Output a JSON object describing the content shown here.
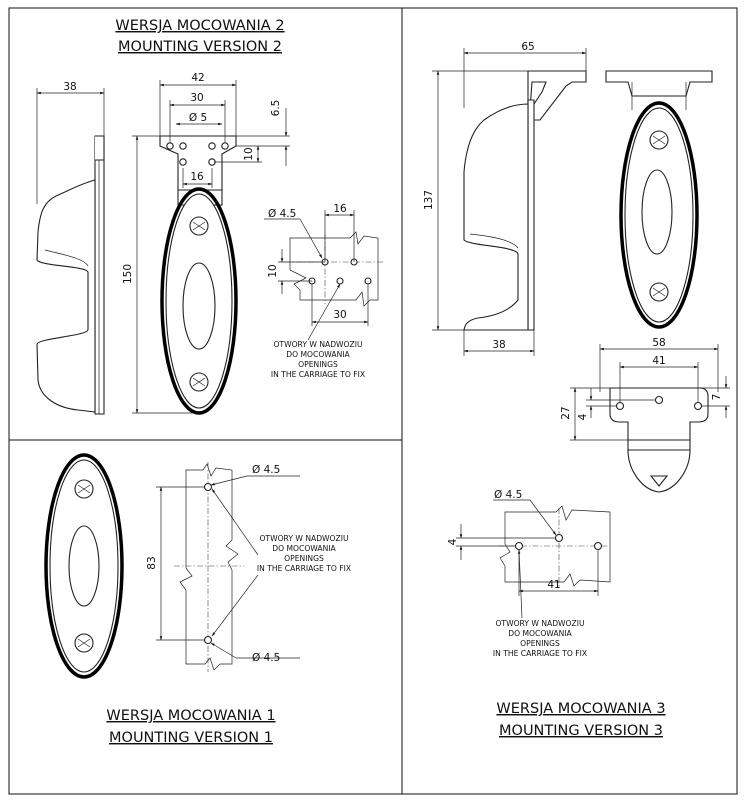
{
  "version2": {
    "title_pl": "WERSJA MOCOWANIA 2",
    "title_en": "MOUNTING VERSION 2",
    "dims": {
      "d38": "38",
      "d42": "42",
      "d30": "30",
      "d5": "Ø 5",
      "d65": "6.5",
      "d10": "10",
      "d16": "16",
      "d150": "150",
      "d45": "Ø 4.5",
      "d16b": "16",
      "d10b": "10",
      "d30b": "30"
    },
    "note": [
      "OTWORY W NADWOZIU",
      "DO MOCOWANIA",
      "OPENINGS",
      "IN THE CARRIAGE TO FIX"
    ]
  },
  "version3": {
    "title_pl": "WERSJA MOCOWANIA 3",
    "title_en": "MOUNTING VERSION 3",
    "dims": {
      "d65": "65",
      "d137": "137",
      "d38": "38",
      "d58": "58",
      "d41": "41",
      "d27": "27",
      "d4": "4",
      "d7": "7",
      "d45": "Ø 4.5",
      "d4b": "4",
      "d41b": "41"
    },
    "note": [
      "OTWORY W NADWOZIU",
      "DO MOCOWANIA",
      "OPENINGS",
      "IN THE CARRIAGE TO FIX"
    ]
  },
  "version1": {
    "title_pl": "WERSJA MOCOWANIA 1",
    "title_en": "MOUNTING VERSION 1",
    "dims": {
      "d45top": "Ø 4.5",
      "d83": "83",
      "d45bot": "Ø 4.5"
    },
    "note": [
      "OTWORY W NADWOZIU",
      "DO MOCOWANIA",
      "OPENINGS",
      "IN THE CARRIAGE TO FIX"
    ]
  },
  "colors": {
    "line": "#111111",
    "background": "#ffffff"
  }
}
